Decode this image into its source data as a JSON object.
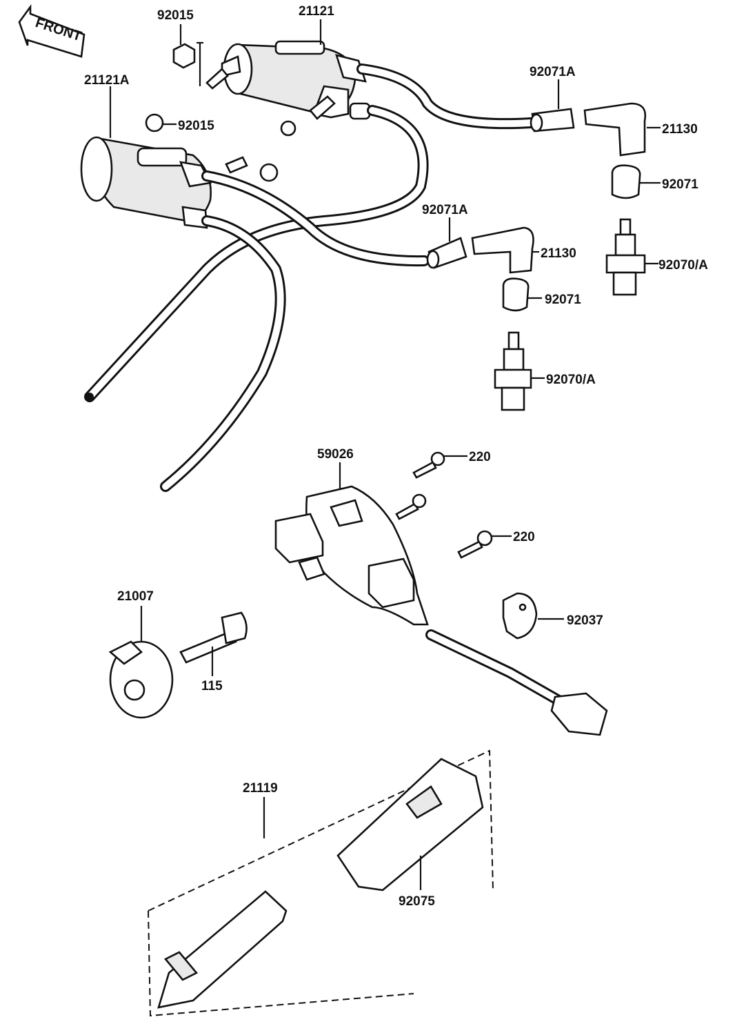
{
  "front_label": "FRONT",
  "labels": {
    "p92015_top": "92015",
    "p21121": "21121",
    "p21121A": "21121A",
    "p92015_mid": "92015",
    "p92071A_top": "92071A",
    "p21130_top": "21130",
    "p92071_top": "92071",
    "p92071A_mid": "92071A",
    "p21130_mid": "21130",
    "p92070A_top": "92070/A",
    "p92071_mid": "92071",
    "p92070A_mid": "92070/A",
    "p59026": "59026",
    "p220_top": "220",
    "p220_mid": "220",
    "p21007": "21007",
    "p92037": "92037",
    "p115": "115",
    "p21119": "21119",
    "p92075": "92075"
  }
}
